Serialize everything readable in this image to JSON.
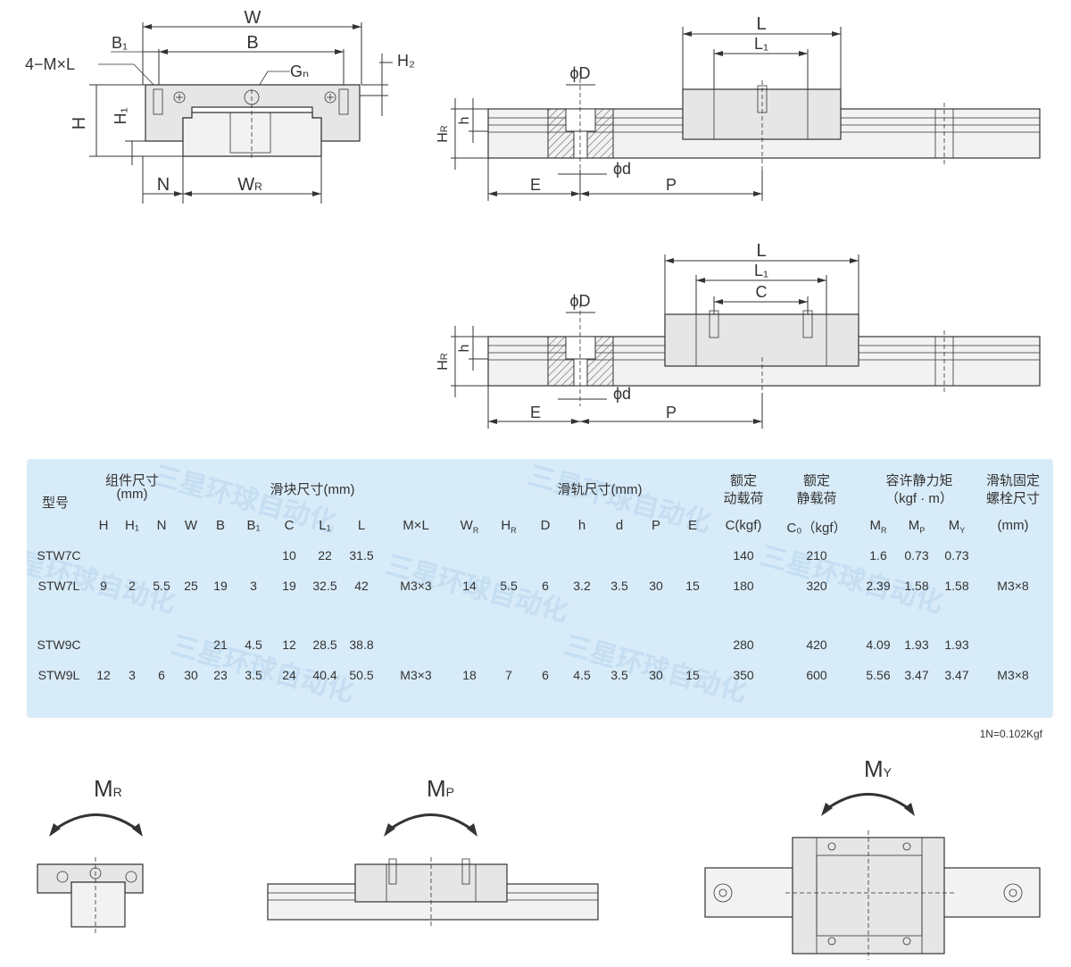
{
  "drawing_labels": {
    "front_view": {
      "W": "W",
      "B": "B",
      "B1": "B₁",
      "MxL": "4−M×L",
      "Gn": "Gₙ",
      "H2": "H₂",
      "H": "H",
      "H1": "H₁",
      "N": "N",
      "WR": "W",
      "WR_sub": "R"
    },
    "side_view_top": {
      "L": "L",
      "L1": "L₁",
      "phiD": "ϕD",
      "phid": "ϕd",
      "h": "h",
      "HR": "H",
      "HR_sub": "R",
      "E": "E",
      "P": "P"
    },
    "side_view_bottom": {
      "L": "L",
      "L1": "L₁",
      "C": "C",
      "phiD": "ϕD",
      "phid": "ϕd",
      "h": "h",
      "HR": "H",
      "HR_sub": "R",
      "E": "E",
      "P": "P"
    }
  },
  "table": {
    "group_headers": {
      "model": "型号",
      "assembly": "组件尺寸",
      "assembly_unit": "(mm)",
      "block": "滑块尺寸(mm)",
      "rail": "滑轨尺寸(mm)",
      "dyn_load_1": "额定",
      "dyn_load_2": "动载荷",
      "static_load_1": "额定",
      "static_load_2": "静载荷",
      "moment_1": "容许静力矩",
      "moment_2": "（kgf · m）",
      "bolt_1": "滑轨固定",
      "bolt_2": "螺栓尺寸"
    },
    "columns": [
      "H",
      "H₁",
      "N",
      "W",
      "B",
      "B₁",
      "C",
      "L₁",
      "L",
      "M×L",
      "W",
      "H",
      "D",
      "h",
      "d",
      "P",
      "E",
      "C(kgf)",
      "C₀（kgf）",
      "M",
      "M",
      "M",
      "(mm)"
    ],
    "column_subs": {
      "WR": "R",
      "HR": "R",
      "MR": "R",
      "MP": "P",
      "MY": "Y"
    },
    "rows": [
      [
        "STW7C",
        "",
        "",
        "",
        "",
        "",
        "",
        "10",
        "22",
        "31.5",
        "",
        "",
        "",
        "",
        "",
        "",
        "",
        "",
        "140",
        "210",
        "1.6",
        "0.73",
        "0.73",
        ""
      ],
      [
        "STW7L",
        "9",
        "2",
        "5.5",
        "25",
        "19",
        "3",
        "19",
        "32.5",
        "42",
        "M3×3",
        "14",
        "5.5",
        "6",
        "3.2",
        "3.5",
        "30",
        "15",
        "180",
        "320",
        "2.39",
        "1.58",
        "1.58",
        "M3×8"
      ],
      [
        "STW9C",
        "",
        "",
        "",
        "",
        "21",
        "4.5",
        "12",
        "28.5",
        "38.8",
        "",
        "",
        "",
        "",
        "",
        "",
        "",
        "",
        "280",
        "420",
        "4.09",
        "1.93",
        "1.93",
        ""
      ],
      [
        "STW9L",
        "12",
        "3",
        "6",
        "30",
        "23",
        "3.5",
        "24",
        "40.4",
        "50.5",
        "M3×3",
        "18",
        "7",
        "6",
        "4.5",
        "3.5",
        "30",
        "15",
        "350",
        "600",
        "5.56",
        "3.47",
        "3.47",
        "M3×8"
      ]
    ],
    "watermark": "三星环球自动化"
  },
  "unit_note": "1N=0.102Kgf",
  "moments": {
    "MR": "M",
    "MR_sub": "R",
    "MP": "M",
    "MP_sub": "P",
    "MY": "M",
    "MY_sub": "Y"
  }
}
